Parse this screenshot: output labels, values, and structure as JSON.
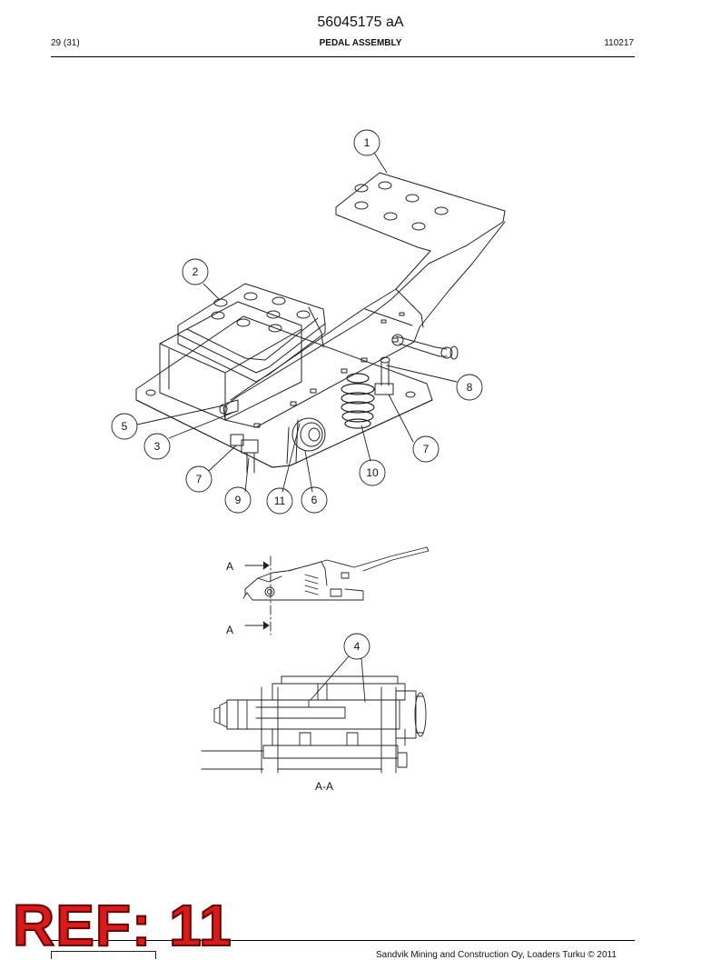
{
  "header": {
    "doc_number": "56045175 aA",
    "page": "29 (31)",
    "title": "PEDAL ASSEMBLY",
    "date_code": "110217"
  },
  "callouts": {
    "c1": "1",
    "c2": "2",
    "c3": "3",
    "c4": "4",
    "c5": "5",
    "c6": "6",
    "c7a": "7",
    "c7b": "7",
    "c8": "8",
    "c9": "9",
    "c10": "10",
    "c11": "11"
  },
  "section": {
    "mark_top": "A",
    "mark_bottom": "A",
    "view_label": "A-A"
  },
  "stamp": {
    "text": "REF: 11",
    "color": "#d71a1a"
  },
  "footer": {
    "copyright": "Sandvik Mining and Construction Oy, Loaders Turku © 2011"
  }
}
